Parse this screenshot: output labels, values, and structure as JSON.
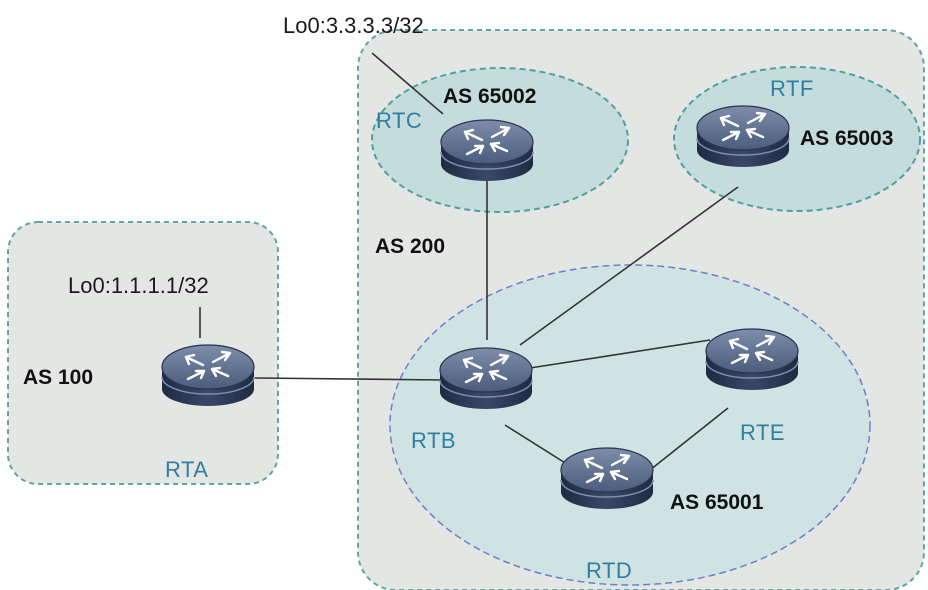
{
  "routers": {
    "rta": {
      "label": "RTA"
    },
    "rtb": {
      "label": "RTB"
    },
    "rtc": {
      "label": "RTC"
    },
    "rtd": {
      "label": "RTD"
    },
    "rte": {
      "label": "RTE"
    },
    "rtf": {
      "label": "RTF"
    }
  },
  "as_labels": {
    "as100": "AS 100",
    "as200": "AS 200",
    "as65001": "AS 65001",
    "as65002": "AS 65002",
    "as65003": "AS 65003"
  },
  "loopbacks": {
    "rta": "Lo0:1.1.1.1/32",
    "rtc": "Lo0:3.3.3.3/32"
  },
  "colors": {
    "as_region_fill": "#e4e6e4",
    "as_region_border": "#5fa4a6",
    "confed_fill": "#cfe3e3",
    "confed_border_teal": "#4fa0a2",
    "confed_border_blue": "#6b7fd0",
    "router_body": "#2e3a57",
    "router_top": "#5e708f",
    "router_label": "#2f7fa3"
  }
}
